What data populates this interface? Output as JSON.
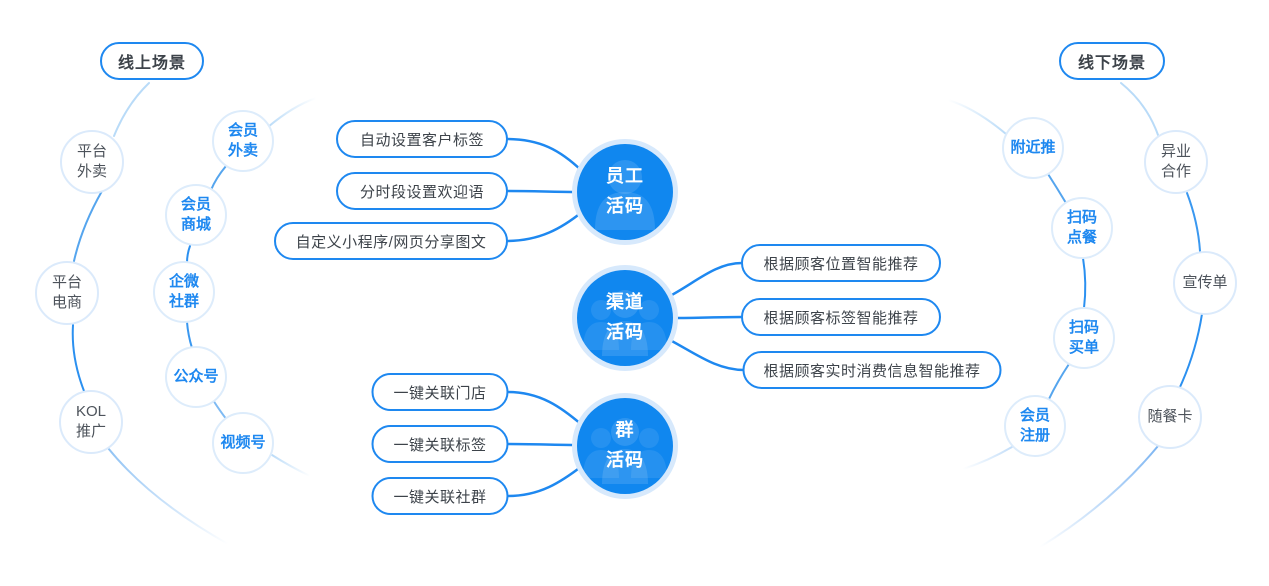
{
  "diagram": {
    "online_scene_label": "线上场景",
    "offline_scene_label": "线下场景",
    "left_outer_nodes": [
      {
        "label": "平台\n外卖"
      },
      {
        "label": "平台\n电商"
      },
      {
        "label": "KOL\n推广"
      }
    ],
    "left_inner_nodes": [
      {
        "label": "会员\n外卖"
      },
      {
        "label": "会员\n商城"
      },
      {
        "label": "企微\n社群"
      },
      {
        "label": "公众号"
      },
      {
        "label": "视频号"
      }
    ],
    "hubs": [
      {
        "label": "员工\n活码",
        "icon": "user-icon",
        "features": [
          "自动设置客户标签",
          "分时段设置欢迎语",
          "自定义小程序/网页分享图文"
        ]
      },
      {
        "label": "渠道\n活码",
        "icon": "users-icon",
        "features": [
          "根据顾客位置智能推荐",
          "根据顾客标签智能推荐",
          "根据顾客实时消费信息智能推荐"
        ]
      },
      {
        "label": "群\n活码",
        "icon": "users-icon",
        "features": [
          "一键关联门店",
          "一键关联标签",
          "一键关联社群"
        ]
      }
    ],
    "right_inner_nodes": [
      {
        "label": "附近推"
      },
      {
        "label": "扫码\n点餐"
      },
      {
        "label": "扫码\n买单"
      },
      {
        "label": "会员\n注册"
      }
    ],
    "right_outer_nodes": [
      {
        "label": "异业\n合作"
      },
      {
        "label": "宣传单"
      },
      {
        "label": "随餐卡"
      }
    ],
    "colors": {
      "primary_blue": "#1e88f0",
      "hub_fill": "#1087ef",
      "hub_halo": "#d7e9fc",
      "node_border": "#dbeafb",
      "gray_text": "#4d535b"
    }
  }
}
